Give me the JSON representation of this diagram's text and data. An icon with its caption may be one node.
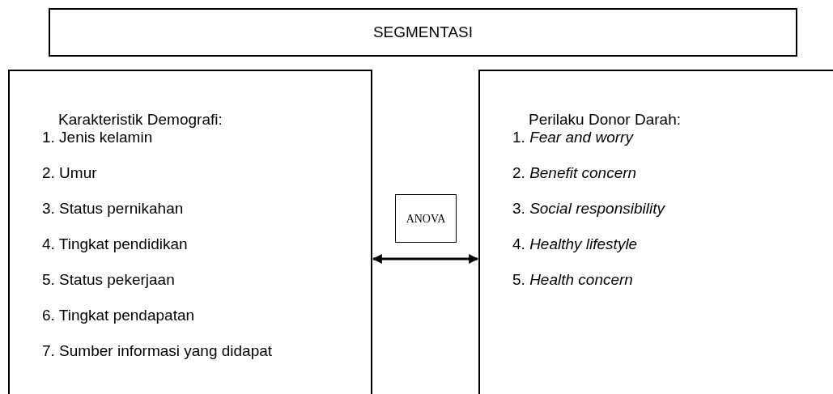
{
  "diagram": {
    "nodes": [
      {
        "text": [
          "SEGMENTASI"
        ]
      },
      {
        "text": [
          "Karakteristik Demografi:",
          "1. Jenis kelamin",
          "2. Umur",
          "3. Status pernikahan",
          "4. Tingkat pendidikan",
          "5. Status pekerjaan",
          "6. Tingkat pendapatan",
          "7. Sumber informasi yang didapat"
        ]
      },
      {
        "text": [
          "ANOVA"
        ]
      },
      {
        "text": [
          "Perilaku Donor Darah:",
          "1. *Fear and worry*",
          "2. *Benefit concern*",
          "3. *Social responsibility*",
          "4. *Healthy lifestyle*",
          "5. *Health concern*"
        ]
      }
    ],
    "edges": [
      {
        "from": 1,
        "to": 3,
        "arrow": "both"
      }
    ]
  }
}
